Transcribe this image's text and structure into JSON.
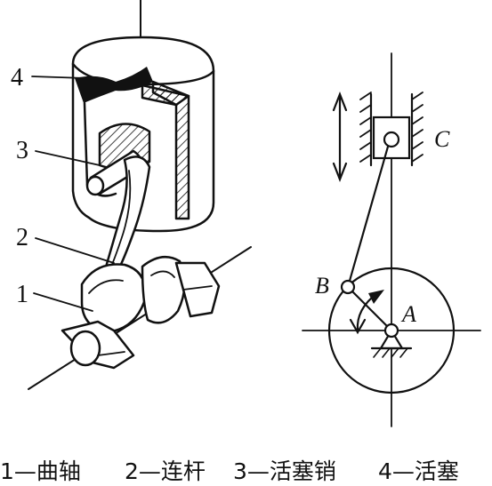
{
  "left_figure": {
    "labels": {
      "part4": "4",
      "part3": "3",
      "part2": "2",
      "part1": "1"
    }
  },
  "right_figure": {
    "labels": {
      "point_c": "C",
      "point_b": "B",
      "point_a": "A"
    }
  },
  "caption": {
    "item1": "1—曲轴",
    "item2": "2—连杆",
    "item3": "3—活塞销",
    "item4": "4—活塞"
  }
}
